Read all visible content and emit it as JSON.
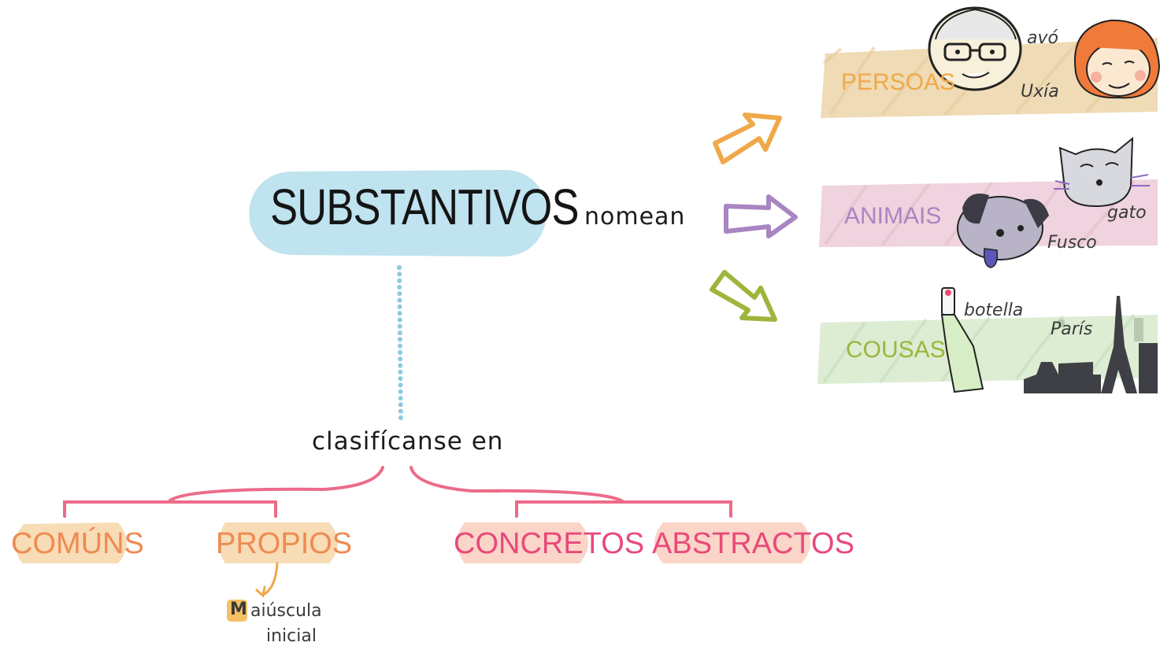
{
  "title": "SUBSTANTIVOS",
  "connector_right": "nomean",
  "connector_down": "clasifícanse en",
  "categories": [
    {
      "label": "PERSOAS",
      "color": "#f0a848",
      "band": "#efdbb6",
      "examples": [
        "avó",
        "Uxía"
      ]
    },
    {
      "label": "ANIMAIS",
      "color": "#a985c2",
      "band": "#efd3de",
      "examples": [
        "gato",
        "Fusco"
      ]
    },
    {
      "label": "COUSAS",
      "color": "#9eb53c",
      "band": "#dcedd3",
      "examples": [
        "botella",
        "París"
      ]
    }
  ],
  "classes": [
    {
      "label": "COMÚNS",
      "text_color": "#ef8a52",
      "fill": "#f7dcb6"
    },
    {
      "label": "PROPIOS",
      "text_color": "#ef8a52",
      "fill": "#f7dcb6"
    },
    {
      "label": "CONCRETOS",
      "text_color": "#e8497a",
      "fill": "#fbd5c8"
    },
    {
      "label": "ABSTRACTOS",
      "text_color": "#e8497a",
      "fill": "#fbd5c8"
    }
  ],
  "note": {
    "initial": "M",
    "rest": "aiúscula",
    "line2": "inicial"
  },
  "colors": {
    "title_blob": "#bfe3ef",
    "dotted_line": "#8ecae0",
    "branch": "#ec6b88",
    "note_arrow": "#f2a64a"
  },
  "icons": [
    "grandfather-face-icon",
    "girl-face-icon",
    "cat-face-icon",
    "dog-face-icon",
    "bottle-icon",
    "paris-skyline-icon"
  ]
}
